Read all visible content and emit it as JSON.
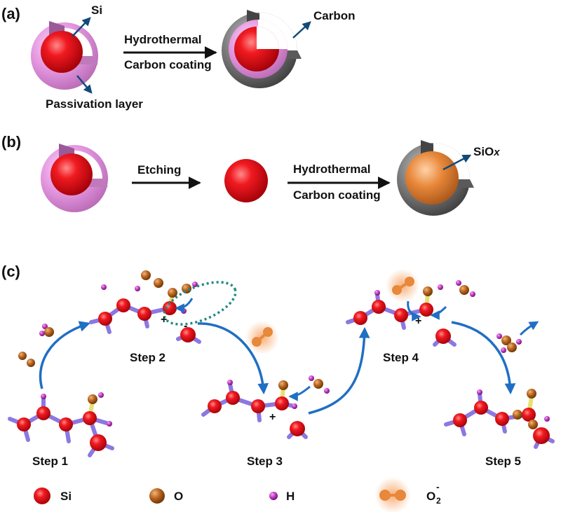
{
  "panels": {
    "a": "(a)",
    "b": "(b)",
    "c": "(c)"
  },
  "panel_a": {
    "si_label": "Si",
    "passivation_label": "Passivation layer",
    "carbon_label": "Carbon",
    "process_line1": "Hydrothermal",
    "process_line2": "Carbon coating"
  },
  "panel_b": {
    "etching_label": "Etching",
    "process_line1": "Hydrothermal",
    "process_line2": "Carbon coating",
    "siox_label": "SiO",
    "siox_subscript": "x"
  },
  "panel_c": {
    "steps": [
      "Step 1",
      "Step 2",
      "Step 3",
      "Step 4",
      "Step 5"
    ],
    "charge_plus": "+",
    "charge_minus": "-"
  },
  "legend": [
    {
      "symbol": "si-atom",
      "label": "Si",
      "color": "#e8141c"
    },
    {
      "symbol": "o-atom",
      "label": "O",
      "color": "#b8641e"
    },
    {
      "symbol": "h-atom",
      "label": "H",
      "color": "#c23fc6"
    },
    {
      "symbol": "superoxide",
      "label": "O",
      "superscript": "-",
      "subscript": "2",
      "color": "#e8883a"
    }
  ],
  "colors": {
    "silicon": "#e8141c",
    "passivation": "#e69ae2",
    "carbon": "#7a7a7a",
    "siox": "#e8883a",
    "oxygen": "#b8641e",
    "hydrogen": "#c23fc6",
    "bond": "#8c78e0",
    "arrow": "#1f6fc4",
    "dashed_ellipse": "#1f8a80"
  }
}
